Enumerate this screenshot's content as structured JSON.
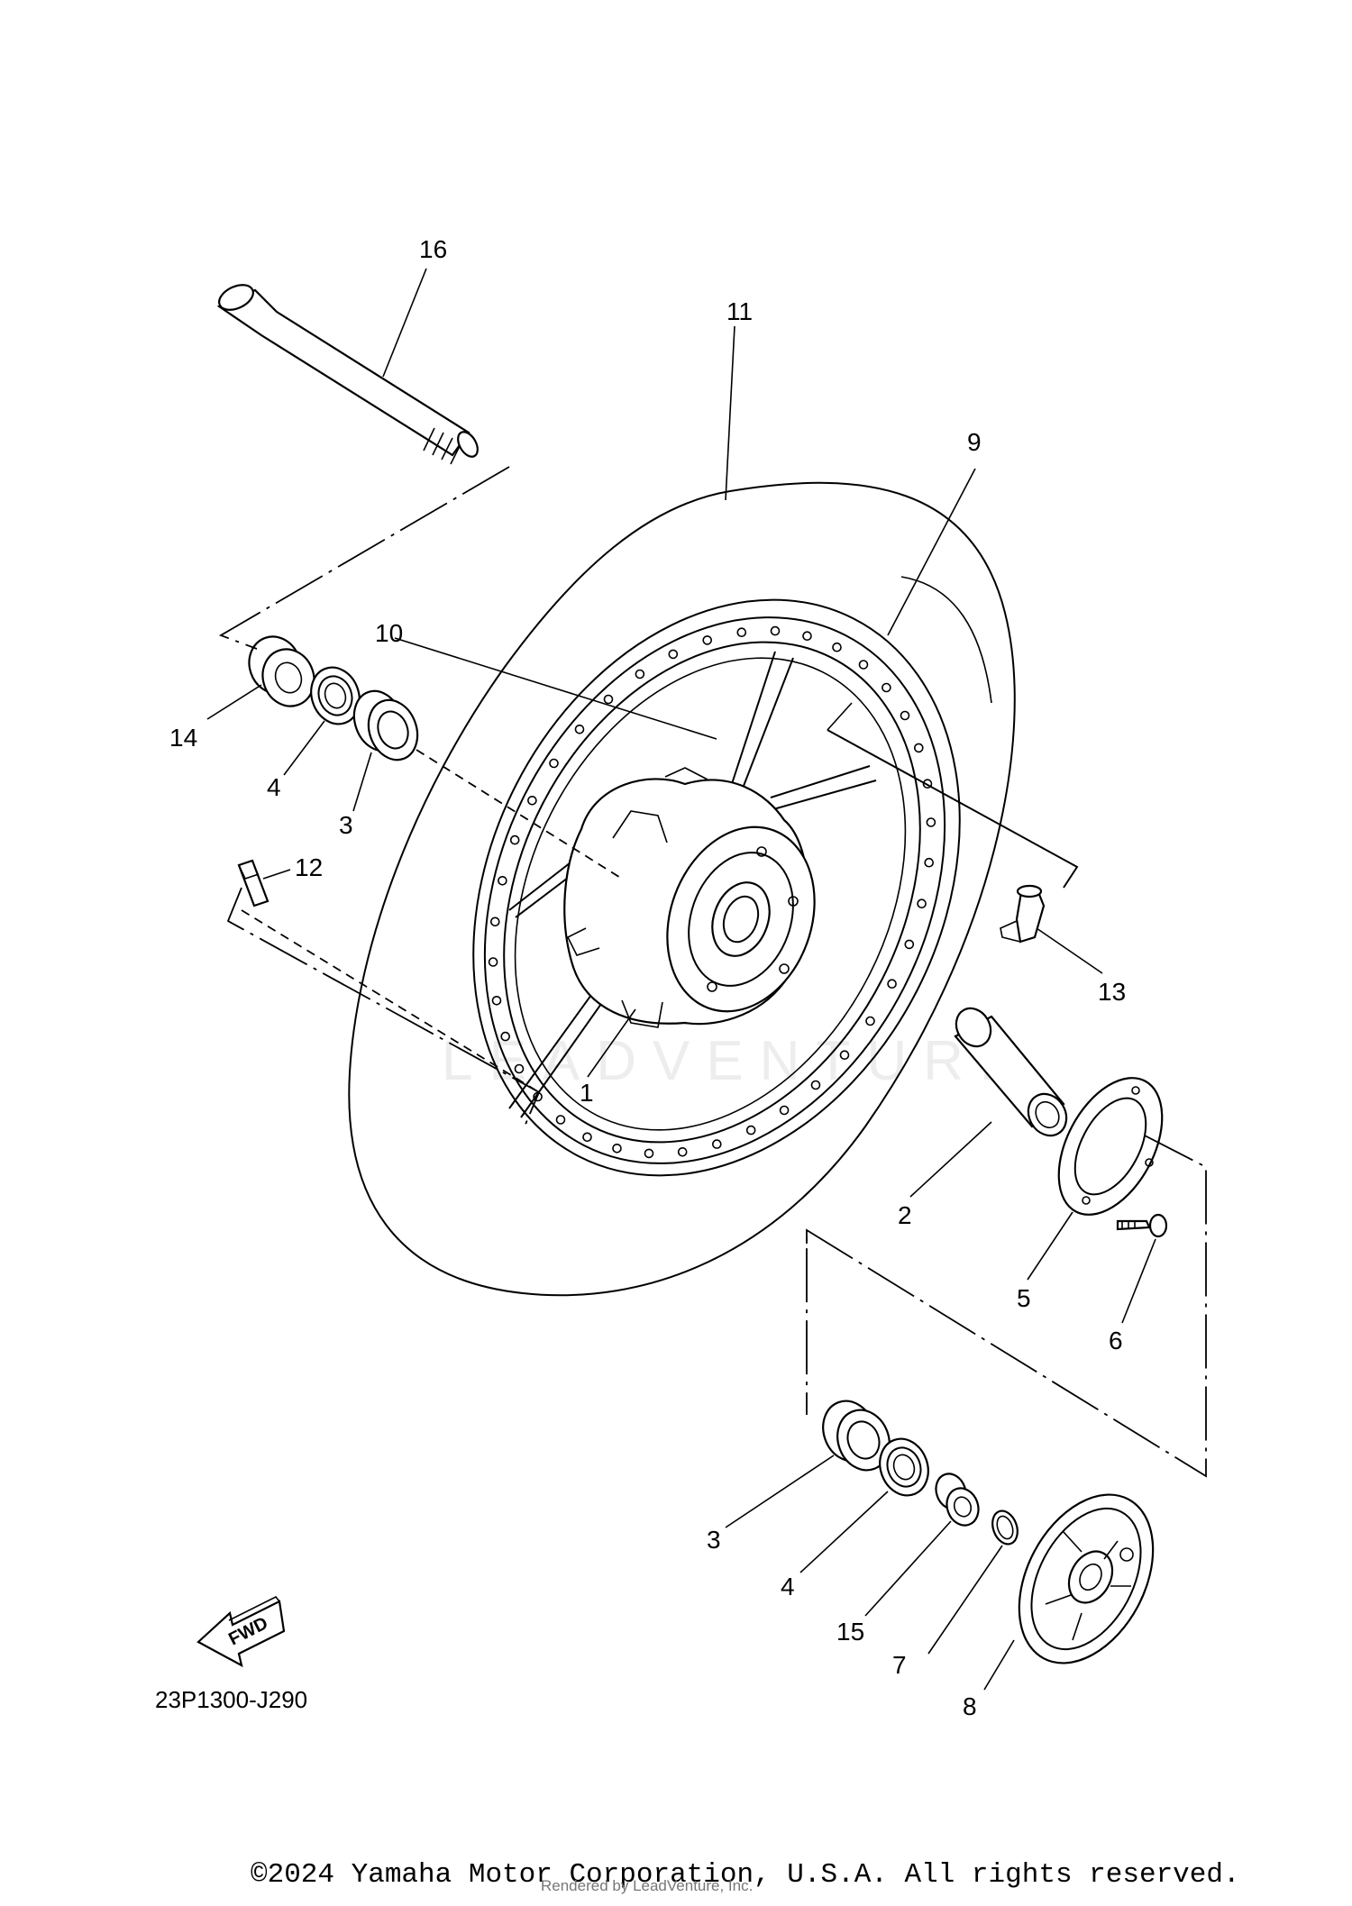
{
  "diagram": {
    "reference_code": "23P1300-J290",
    "watermark": "LEADVENTURE",
    "fwd_label": "FWD",
    "callouts": [
      {
        "id": "c1",
        "label": "1"
      },
      {
        "id": "c2",
        "label": "2"
      },
      {
        "id": "c3a",
        "label": "3"
      },
      {
        "id": "c3b",
        "label": "3"
      },
      {
        "id": "c4a",
        "label": "4"
      },
      {
        "id": "c4b",
        "label": "4"
      },
      {
        "id": "c5",
        "label": "5"
      },
      {
        "id": "c6",
        "label": "6"
      },
      {
        "id": "c7",
        "label": "7"
      },
      {
        "id": "c8",
        "label": "8"
      },
      {
        "id": "c9",
        "label": "9"
      },
      {
        "id": "c10",
        "label": "10"
      },
      {
        "id": "c11",
        "label": "11"
      },
      {
        "id": "c12",
        "label": "12"
      },
      {
        "id": "c13",
        "label": "13"
      },
      {
        "id": "c14",
        "label": "14"
      },
      {
        "id": "c15",
        "label": "15"
      },
      {
        "id": "c16",
        "label": "16"
      }
    ]
  },
  "footer": {
    "copyright": "©2024 Yamaha Motor Corporation, U.S.A. All rights reserved.",
    "rendered_by": "Rendered by LeadVenture, Inc."
  }
}
